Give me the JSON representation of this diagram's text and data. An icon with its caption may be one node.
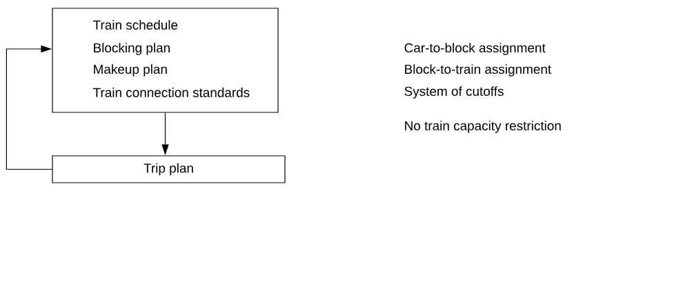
{
  "diagram": {
    "nodes": [
      {
        "text": [
          "Train schedule",
          "Blocking plan",
          "Makeup plan",
          "Train connection standards"
        ]
      },
      {
        "text": [
          "Trip plan"
        ]
      }
    ],
    "edges": [
      {
        "from": 0,
        "to": 1,
        "arrow": "to"
      },
      {
        "from": 1,
        "to": 0,
        "arrow": "to"
      }
    ],
    "labels": [
      "Car-to-block assignment",
      "Block-to-train assignment",
      "System of cutoffs",
      "No train capacity restriction"
    ]
  }
}
